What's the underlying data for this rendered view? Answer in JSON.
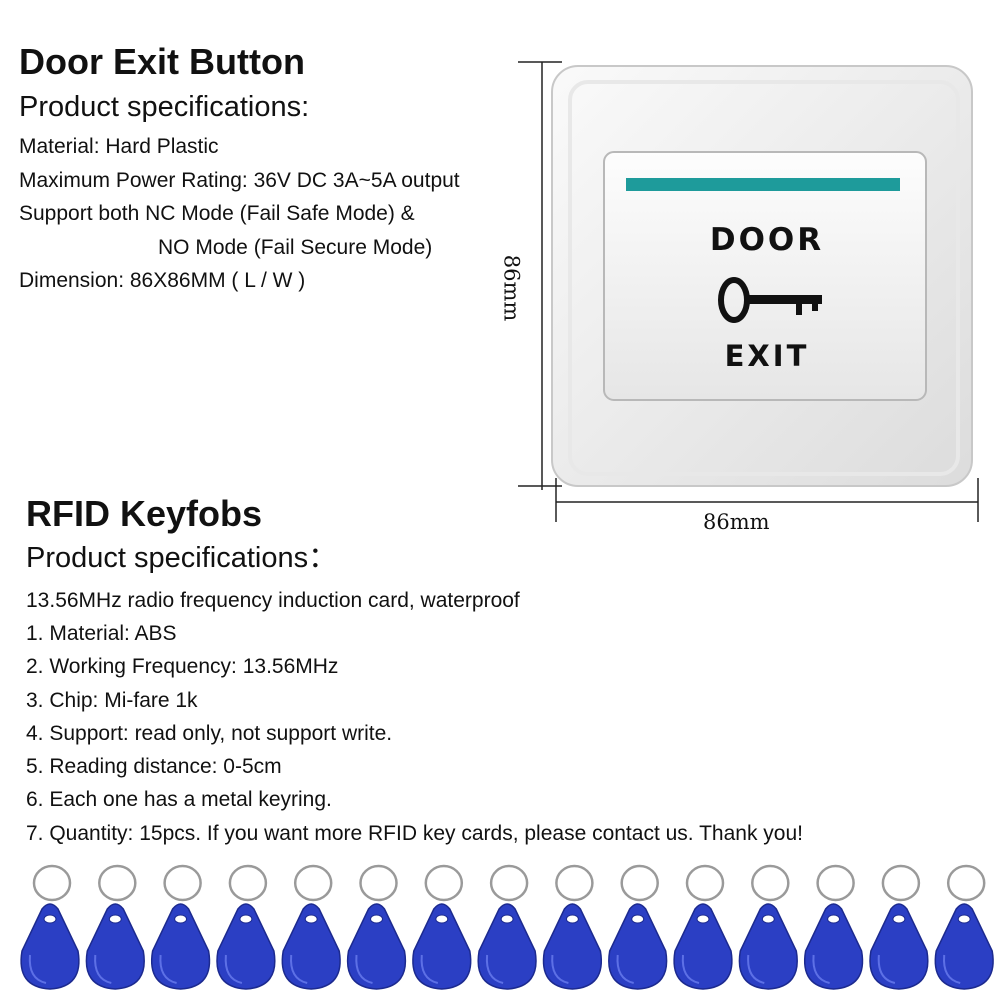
{
  "door_exit_button": {
    "title": "Door Exit Button",
    "subtitle": "Product specifications:",
    "specs": [
      "Material: Hard Plastic",
      "Maximum Power Rating: 36V DC 3A~5A output",
      "Support both NC Mode (Fail Safe Mode) &",
      "NO Mode (Fail Secure Mode)",
      "Dimension:  86X86MM ( L / W )"
    ],
    "product_image": {
      "label_top": "DOOR",
      "label_bottom": "EXIT",
      "icon": "key-icon",
      "indicator_color": "#1e9b9b"
    },
    "dimension_height_label": "86mm",
    "dimension_width_label": "86mm"
  },
  "rfid_keyfobs": {
    "title": "RFID Keyfobs",
    "subtitle": "Product specifications：",
    "specs": [
      "13.56MHz radio frequency induction card, waterproof",
      "1. Material: ABS",
      "2. Working Frequency: 13.56MHz",
      "3. Chip: Mi-fare 1k",
      "4. Support: read only, not support write.",
      "5. Reading distance: 0-5cm",
      "6. Each one has a metal keyring.",
      "7. Quantity: 15pcs. If you want more RFID key cards, please contact us. Thank you!"
    ],
    "keyfob_count": 15,
    "keyfob_color": "#2b3fc4"
  }
}
